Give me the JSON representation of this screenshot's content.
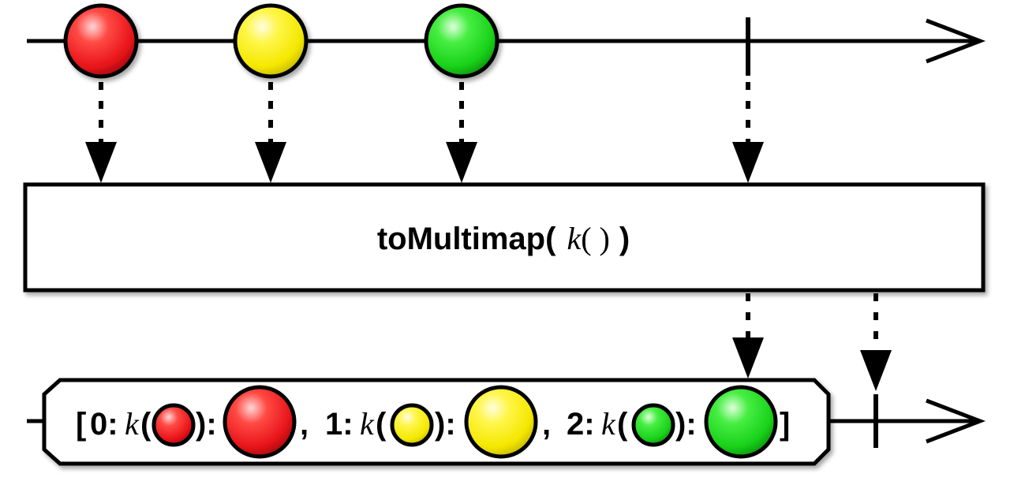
{
  "operator": {
    "name_open": "toMultimap(",
    "k": "k",
    "k_parens": "( )",
    "close": ")"
  },
  "input_items": [
    {
      "color": "red"
    },
    {
      "color": "yellow"
    },
    {
      "color": "green"
    }
  ],
  "result": {
    "open_bracket": "[",
    "entries": [
      {
        "index": "0:",
        "k": "k",
        "open_paren": "(",
        "close_paren": "):",
        "color": "red",
        "separator": ","
      },
      {
        "index": "1:",
        "k": "k",
        "open_paren": "(",
        "close_paren": "):",
        "color": "yellow",
        "separator": ","
      },
      {
        "index": "2:",
        "k": "k",
        "open_paren": "(",
        "close_paren": "):",
        "color": "green",
        "separator": ""
      }
    ],
    "close_bracket": "]"
  },
  "colors": {
    "red": "#e8141a",
    "yellow": "#f4e800",
    "green": "#19d119",
    "stroke": "#000000"
  }
}
